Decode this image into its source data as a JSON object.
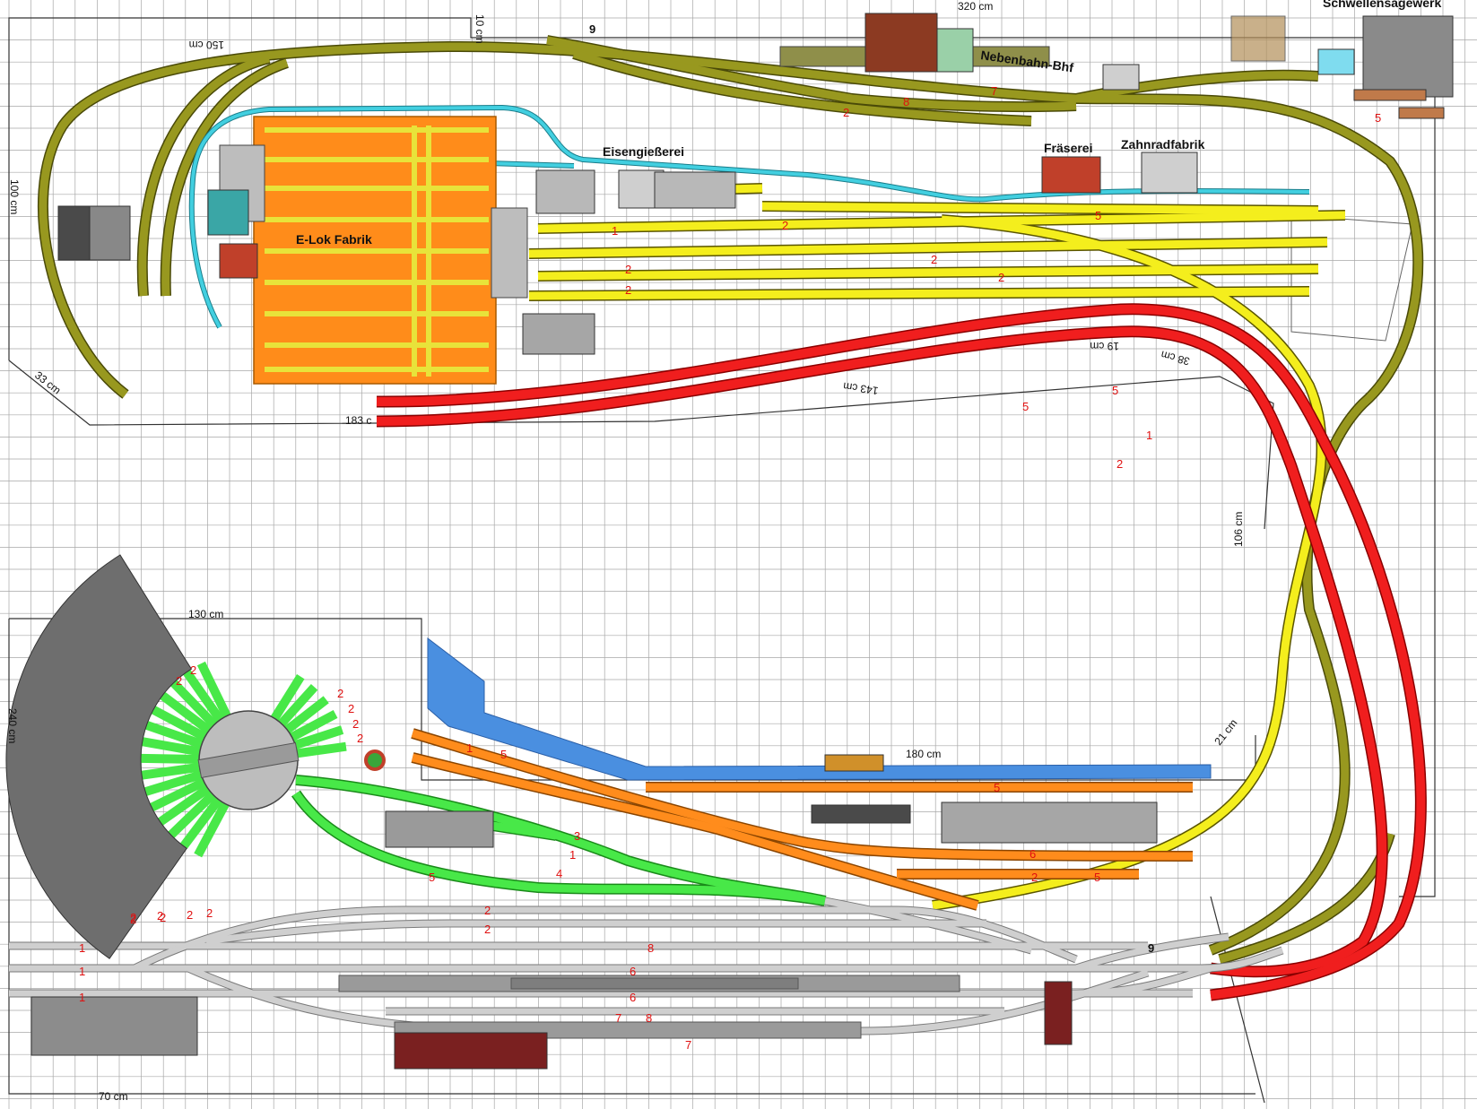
{
  "colors": {
    "grid": "#a7a7a7",
    "olive": "#8a8a1c",
    "yellow": "#f0ea1a",
    "red": "#ee1c1c",
    "green": "#46e646",
    "orange": "#ff8c1a",
    "gray_track": "#c9c9c9",
    "cyan": "#3fc6d8",
    "water": "#3a7fd6",
    "orange_building": "#ff8c1a"
  },
  "labels": {
    "width_top": "320 cm",
    "top_10": "10 cm",
    "top_150": "150 cm",
    "left_100": "100 cm",
    "left_33": "33 cm",
    "mid_183": "183 c",
    "mid_143": "143 cm",
    "mid_19": "19 cm",
    "mid_38": "38 cm",
    "right_106": "106 cm",
    "right_21": "21 cm",
    "lower_130": "130 cm",
    "lower_240": "240 cm",
    "lower_180": "180 cm",
    "bottom_70": "70 cm",
    "track_9_top": "9",
    "track_9_bottom": "9"
  },
  "buildings": {
    "nebenbahn": "Nebenbahn-Bhf",
    "schwellen": "Schwellensägewerk",
    "eisen": "Eisengießerei",
    "elok": "E-Lok Fabrik",
    "fraeserei": "Fräserei",
    "zahnrad": "Zahnradfabrik"
  },
  "numbers": [
    {
      "t": "2"
    },
    {
      "t": "8"
    },
    {
      "t": "7"
    },
    {
      "t": "5"
    },
    {
      "t": "1"
    },
    {
      "t": "2"
    },
    {
      "t": "5"
    },
    {
      "t": "2"
    },
    {
      "t": "2"
    },
    {
      "t": "2"
    },
    {
      "t": "2"
    },
    {
      "t": "5"
    },
    {
      "t": "5"
    },
    {
      "t": "1"
    },
    {
      "t": "2"
    },
    {
      "t": "2"
    },
    {
      "t": "2"
    },
    {
      "t": "2"
    },
    {
      "t": "2"
    },
    {
      "t": "2"
    },
    {
      "t": "2"
    },
    {
      "t": "2"
    },
    {
      "t": "2"
    },
    {
      "t": "1"
    },
    {
      "t": "5"
    },
    {
      "t": "5"
    },
    {
      "t": "6"
    },
    {
      "t": "2"
    },
    {
      "t": "5"
    },
    {
      "t": "3"
    },
    {
      "t": "1"
    },
    {
      "t": "4"
    },
    {
      "t": "5"
    },
    {
      "t": "2"
    },
    {
      "t": "2"
    },
    {
      "t": "2"
    },
    {
      "t": "2"
    },
    {
      "t": "2"
    },
    {
      "t": "2"
    },
    {
      "t": "1"
    },
    {
      "t": "1"
    },
    {
      "t": "1"
    },
    {
      "t": "8"
    },
    {
      "t": "6"
    },
    {
      "t": "6"
    },
    {
      "t": "7"
    },
    {
      "t": "8"
    },
    {
      "t": "7"
    }
  ]
}
